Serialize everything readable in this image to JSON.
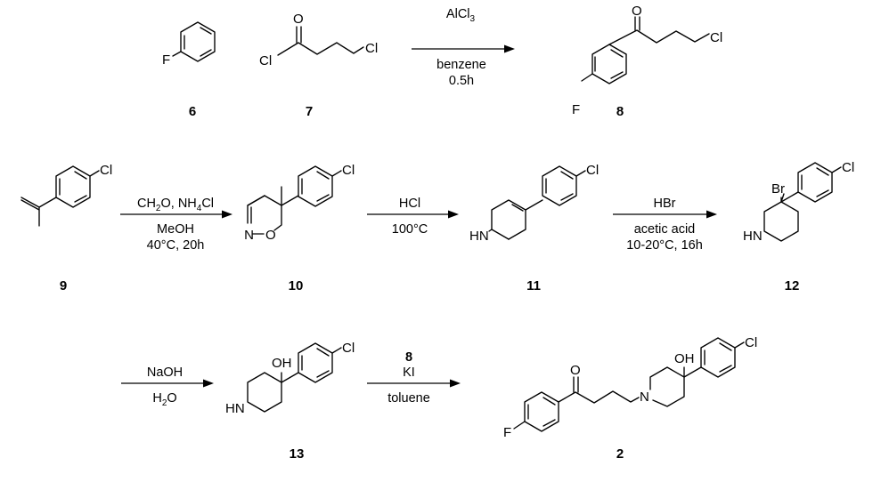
{
  "atoms": {
    "F": "F",
    "Cl": "Cl",
    "O": "O",
    "N": "N",
    "NH": "HN",
    "OH": "OH",
    "Br": "Br"
  },
  "compounds": {
    "c6": "6",
    "c7": "7",
    "c8": "8",
    "c9": "9",
    "c10": "10",
    "c11": "11",
    "c12": "12",
    "c13": "13",
    "c2": "2"
  },
  "steps": {
    "s1": {
      "reagent": "AlCl",
      "reagent_sub": "3",
      "solvent": "benzene",
      "time": "0.5h"
    },
    "s2": {
      "reagent_a": "CH",
      "reagent_a_sub": "2",
      "reagent_b": "O, NH",
      "reagent_b_sub": "4",
      "reagent_c": "Cl",
      "solvent": "MeOH",
      "conditions": "40°C, 20h"
    },
    "s3": {
      "reagent": "HCl",
      "conditions": "100°C"
    },
    "s4": {
      "reagent": "HBr",
      "solvent": "acetic acid",
      "conditions": "10-20°C, 16h"
    },
    "s5": {
      "reagent": "NaOH",
      "solvent_a": "H",
      "solvent_sub": "2",
      "solvent_b": "O"
    },
    "s6": {
      "reagent_a": "8",
      "reagent_b": "KI",
      "solvent": "toluene"
    }
  }
}
